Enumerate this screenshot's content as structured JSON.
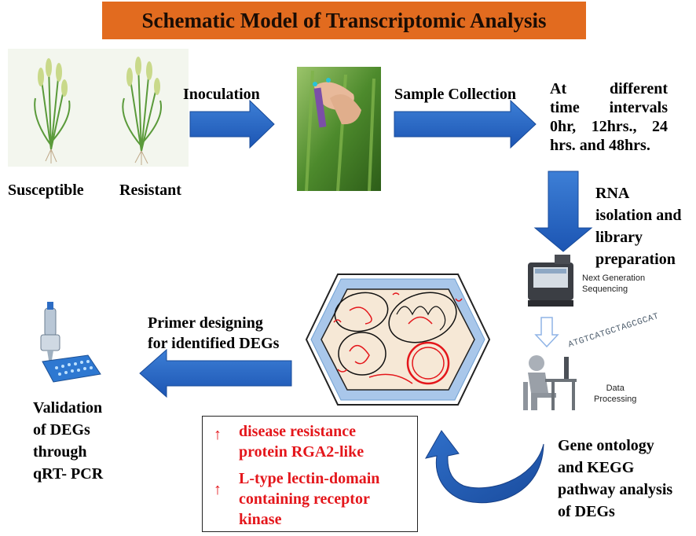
{
  "title": "Schematic Model of Transcriptomic Analysis",
  "labels": {
    "susceptible": "Susceptible",
    "resistant": "Resistant",
    "inoculation": "Inoculation",
    "sample_collection": "Sample Collection",
    "time_intervals": [
      "At different",
      "time intervals",
      "0hr, 12hrs., 24",
      "hrs. and 48hrs."
    ],
    "rna_isolation": [
      "RNA",
      "isolation and",
      "library",
      "preparation"
    ],
    "ngs": [
      "Next Generation",
      "Sequencing"
    ],
    "data_processing": [
      "Data",
      "Processing"
    ],
    "dna_sequence": "ATGTCATGCTAGCGCAT",
    "gene_ontology": [
      "Gene ontology",
      "and KEGG",
      "pathway analysis",
      "of DEGs"
    ],
    "primer_designing": [
      "Primer designing",
      "for identified DEGs"
    ],
    "validation": [
      "Validation",
      "of DEGs",
      "through",
      "qRT- PCR"
    ]
  },
  "genes": [
    {
      "arrow": "↑",
      "lines": [
        "disease resistance",
        "protein RGA2-like"
      ]
    },
    {
      "arrow": "↑",
      "lines": [
        "L-type lectin-domain",
        "containing receptor",
        "kinase"
      ]
    }
  ],
  "colors": {
    "title_bg": "#e26b1f",
    "arrow_blue": "#1f5fbf",
    "cell_fill": "#f6e8d6",
    "cell_border": "#6f9fd0",
    "highlight_red": "#e4161b"
  },
  "icons": [
    "wheat-plant-icon",
    "sample-collection-photo-icon",
    "sequencer-icon",
    "computer-user-icon",
    "pipette-plate-icon"
  ]
}
